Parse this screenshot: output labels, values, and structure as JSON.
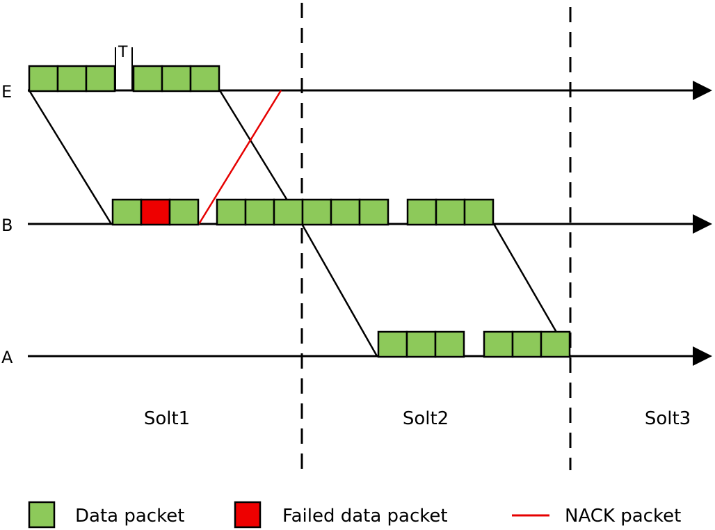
{
  "colors": {
    "data_packet": "#8dc95a",
    "failed_packet": "#ee0000",
    "nack": "#e60000",
    "line": "#000000"
  },
  "nodes": [
    {
      "id": "E",
      "label": "E"
    },
    {
      "id": "B",
      "label": "B"
    },
    {
      "id": "A",
      "label": "A"
    }
  ],
  "slots": [
    {
      "label": "Solt1"
    },
    {
      "label": "Solt2"
    },
    {
      "label": "Solt3"
    }
  ],
  "gap_label": "T",
  "packet_runs": {
    "E": [
      {
        "count": 3,
        "failed_index": -1
      },
      {
        "count": 3,
        "failed_index": -1
      }
    ],
    "B": [
      {
        "count": 3,
        "failed_index": 1
      },
      {
        "count": 6,
        "failed_index": -1
      },
      {
        "count": 3,
        "failed_index": -1
      }
    ],
    "A": [
      {
        "count": 3,
        "failed_index": -1
      },
      {
        "count": 3,
        "failed_index": -1
      }
    ]
  },
  "legend": {
    "data_packet": "Data packet",
    "failed_packet": "Failed data packet",
    "nack_packet": "NACK packet"
  }
}
